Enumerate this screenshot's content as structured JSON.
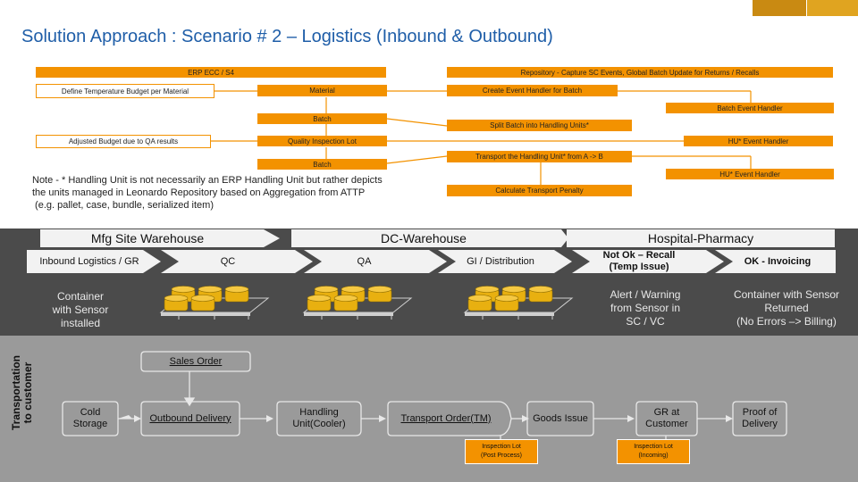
{
  "title": "Solution Approach : Scenario # 2 – Logistics (Inbound & Outbound)",
  "flow": {
    "erp": "ERP ECC / S4",
    "repository": "Repository - Capture SC Events, Global Batch Update for Returns / Recalls",
    "define_temp": "Define Temperature Budget per Material",
    "material": "Material",
    "create_eh": "Create Event Handler for Batch",
    "batch_eh": "Batch Event Handler",
    "batch": "Batch",
    "split_batch": "Split Batch into Handling Units*",
    "adjusted_budget": "Adjusted Budget due to QA results",
    "quality_lot": "Quality Inspection Lot",
    "hu_eh_1": "HU* Event Handler",
    "batch2": "Batch",
    "transport_hu": "Transport the Handling Unit* from A -> B",
    "hu_eh_2": "HU* Event Handler",
    "calc_penalty": "Calculate Transport Penalty"
  },
  "note": {
    "line1": "Note - * Handling Unit is not necessarily an ERP Handling Unit but rather depicts",
    "line2": "the units managed in Leonardo Repository based on Aggregation from ATTP",
    "line3": " (e.g. pallet, case, bundle, serialized item)"
  },
  "sections": {
    "mfg": "Mfg Site Warehouse",
    "dc": "DC-Warehouse",
    "hospital": "Hospital-Pharmacy"
  },
  "steps": {
    "inbound": "Inbound Logistics / GR",
    "qc": "QC",
    "qa": "QA",
    "gi": "GI / Distribution",
    "notok_1": "Not Ok – Recall",
    "notok_2": "(Temp Issue)",
    "ok": "OK - Invoicing"
  },
  "status": {
    "container_1": "Container",
    "container_2": "with Sensor",
    "container_3": "installed",
    "alert_1": "Alert / Warning",
    "alert_2": "from Sensor in",
    "alert_3": "SC / VC",
    "returned_1": "Container with Sensor",
    "returned_2": "Returned",
    "returned_3": "(No Errors –> Billing)"
  },
  "transport": {
    "label_1": "Transportation",
    "label_2": "to customer",
    "sales_order": "Sales Order",
    "cold_1": "Cold",
    "cold_2": "Storage",
    "outbound": "Outbound Delivery",
    "hu_1": "Handling",
    "hu_2": "Unit(Cooler)",
    "transport_order": "Transport Order(TM)",
    "goods_issue": "Goods Issue",
    "gr_1": "GR at",
    "gr_2": "Customer",
    "pod_1": "Proof of",
    "pod_2": "Delivery",
    "insp_post_1": "Inspection Lot",
    "insp_post_2": "(Post Process)",
    "insp_in_1": "Inspection Lot",
    "insp_in_2": "(Incoming)"
  },
  "colors": {
    "title": "#1f5ea8",
    "accent": "#f39200",
    "dark_band": "#4b4b4b",
    "gray_band": "#9a9a9a"
  }
}
